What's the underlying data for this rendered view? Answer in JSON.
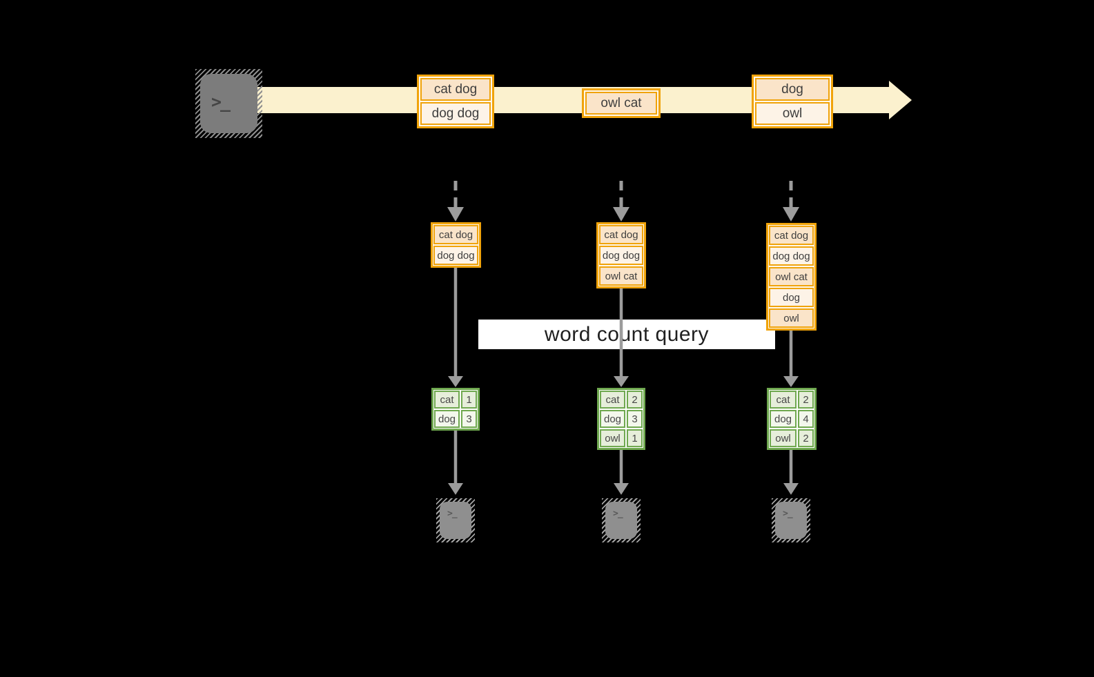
{
  "band": {
    "label": "word count query"
  },
  "stream": {
    "batches": [
      {
        "rows": [
          "cat dog",
          "dog dog"
        ]
      },
      {
        "rows": [
          "owl cat"
        ]
      },
      {
        "rows": [
          "dog",
          "owl"
        ]
      }
    ]
  },
  "columns": [
    {
      "state": [
        "cat dog",
        "dog dog"
      ],
      "result": [
        {
          "word": "cat",
          "count": "1"
        },
        {
          "word": "dog",
          "count": "3"
        }
      ]
    },
    {
      "state": [
        "cat dog",
        "dog dog",
        "owl cat"
      ],
      "result": [
        {
          "word": "cat",
          "count": "2"
        },
        {
          "word": "dog",
          "count": "3"
        },
        {
          "word": "owl",
          "count": "1"
        }
      ]
    },
    {
      "state": [
        "cat dog",
        "dog dog",
        "owl cat",
        "dog",
        "owl"
      ],
      "result": [
        {
          "word": "cat",
          "count": "2"
        },
        {
          "word": "dog",
          "count": "4"
        },
        {
          "word": "owl",
          "count": "2"
        }
      ]
    }
  ],
  "icons": {
    "prompt": ">_"
  },
  "colors": {
    "background": "#000000",
    "stream_band": "#FBF1CE",
    "box_border_orange": "#F0A30A",
    "cell_peach": "#FAE4C9",
    "cell_cream": "#FDF3E7",
    "table_border_green": "#6FA84F",
    "cell_green_dark": "#E6EEDA",
    "cell_green_light": "#F3F7EC",
    "arrow_gray": "#9C9C9C",
    "band_background": "#FFFFFF"
  }
}
